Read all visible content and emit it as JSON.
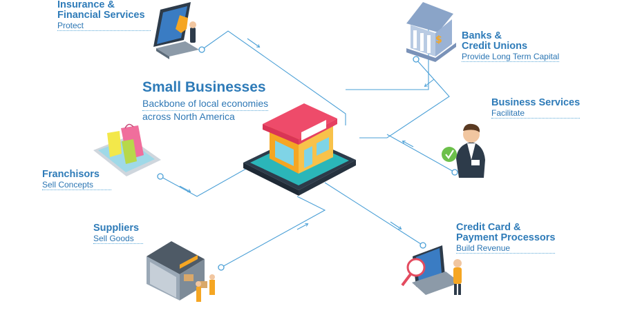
{
  "center": {
    "title": "Small Businesses",
    "subtitle_line1": "Backbone of local economies",
    "subtitle_line2": "across North America"
  },
  "nodes": [
    {
      "id": "insurance",
      "title_line1": "Insurance &",
      "title_line2": "Financial Services",
      "role": "Protect"
    },
    {
      "id": "banks",
      "title_line1": "Banks &",
      "title_line2": "Credit Unions",
      "role": "Provide Long Term Capital"
    },
    {
      "id": "business-services",
      "title_line1": "Business Services",
      "role": "Facilitate"
    },
    {
      "id": "franchisors",
      "title_line1": "Franchisors",
      "role": "Sell Concepts"
    },
    {
      "id": "suppliers",
      "title_line1": "Suppliers",
      "role": "Sell Goods"
    },
    {
      "id": "credit-card",
      "title_line1": "Credit Card &",
      "title_line2": "Payment Processors",
      "role": "Build Revenue"
    }
  ],
  "colors": {
    "accent": "#2e7bb8",
    "line": "#4a9fd6",
    "store_orange": "#f5a623",
    "store_roof": "#ee4b6a",
    "tablet_teal": "#2bb6b9",
    "tablet_dark": "#2d3b4a"
  },
  "icons": {
    "insurance": "laptop-shield-icon",
    "banks": "bank-building-icon",
    "business-services": "businessman-icon",
    "franchisors": "phone-shopping-bags-icon",
    "suppliers": "warehouse-icon",
    "credit-card": "laptop-magnifier-icon",
    "center": "storefront-tablet-icon"
  }
}
